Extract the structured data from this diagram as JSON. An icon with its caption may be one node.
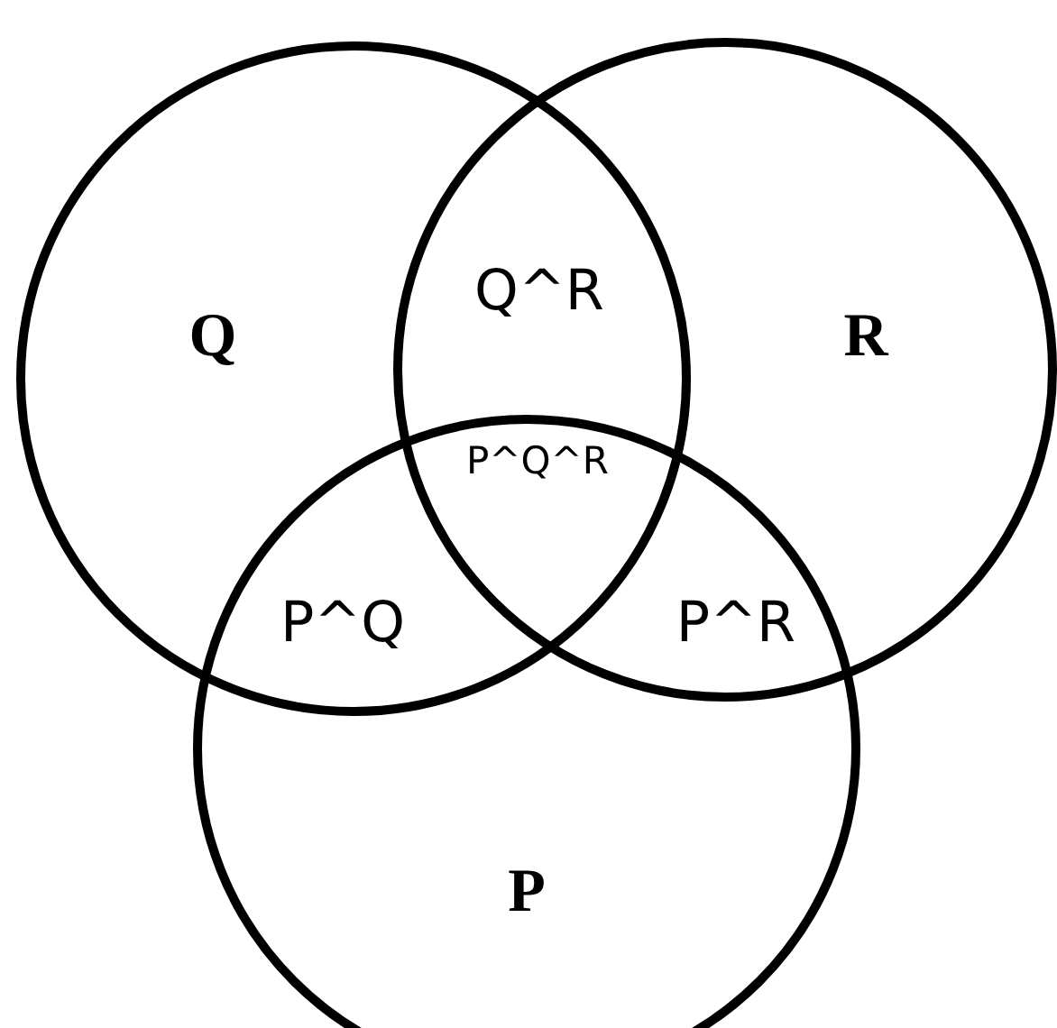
{
  "diagram": {
    "nodes": [
      {
        "text": [
          "Q"
        ]
      },
      {
        "text": [
          "R"
        ]
      },
      {
        "text": [
          "P"
        ]
      }
    ],
    "labels": [
      "Q^R",
      "P^Q^R",
      "P^Q",
      "P^R"
    ]
  }
}
